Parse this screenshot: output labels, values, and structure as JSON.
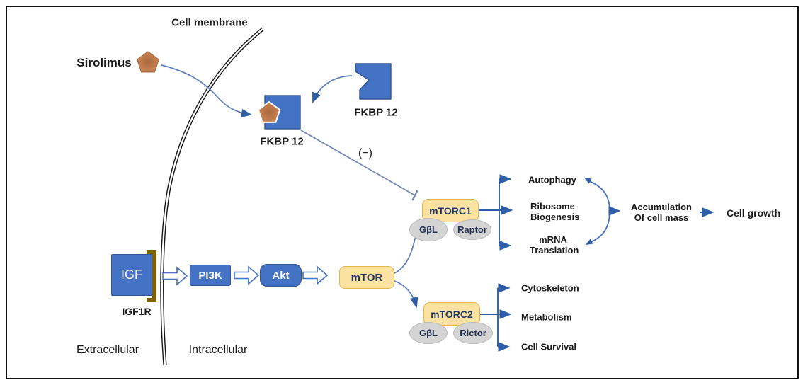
{
  "pathway": {
    "cell_membrane_label": "Cell membrane",
    "sirolimus_label": "Sirolimus",
    "fkbp12_bound_label": "FKBP 12",
    "fkbp12_free_label": "FKBP 12",
    "inhibition_label": "(−)",
    "igf_label": "IGF",
    "igf1r_label": "IGF1R",
    "pi3k_label": "PI3K",
    "akt_label": "Akt",
    "mtor_label": "mTOR",
    "mtorc1_label": "mTORC1",
    "mtorc1_gbl_label": "GβL",
    "mtorc1_raptor_label": "Raptor",
    "mtorc2_label": "mTORC2",
    "mtorc2_gbl_label": "GβL",
    "mtorc2_rictor_label": "Rictor",
    "extracellular_label": "Extracellular",
    "intracellular_label": "Intracellular"
  },
  "mtorc1_outputs": {
    "autophagy": "Autophagy",
    "ribosome_line1": "Ribosome",
    "ribosome_line2": "Biogenesis",
    "mrna_line1": "mRNA",
    "mrna_line2": "Translation"
  },
  "mtorc2_outputs": {
    "cytoskeleton": "Cytoskeleton",
    "metabolism": "Metabolism",
    "cell_survival": "Cell Survival"
  },
  "downstream": {
    "accumulation_line1": "Accumulation",
    "accumulation_line2": "Of cell mass",
    "cell_growth": "Cell growth"
  },
  "colors": {
    "node_blue": "#4472C4",
    "node_yellow": "#FBE2A0",
    "yellow_border": "#E5B54B",
    "ellipse_gray": "#D4D4D4",
    "arrow_blue": "#2F5EA8",
    "connector_blue": "#5B7CC0",
    "inhibition_blue_gray": "#7285B5",
    "sirolimus_orange": "#C5804F",
    "bracket_brown": "#7F6000",
    "membrane_black": "#141414"
  }
}
